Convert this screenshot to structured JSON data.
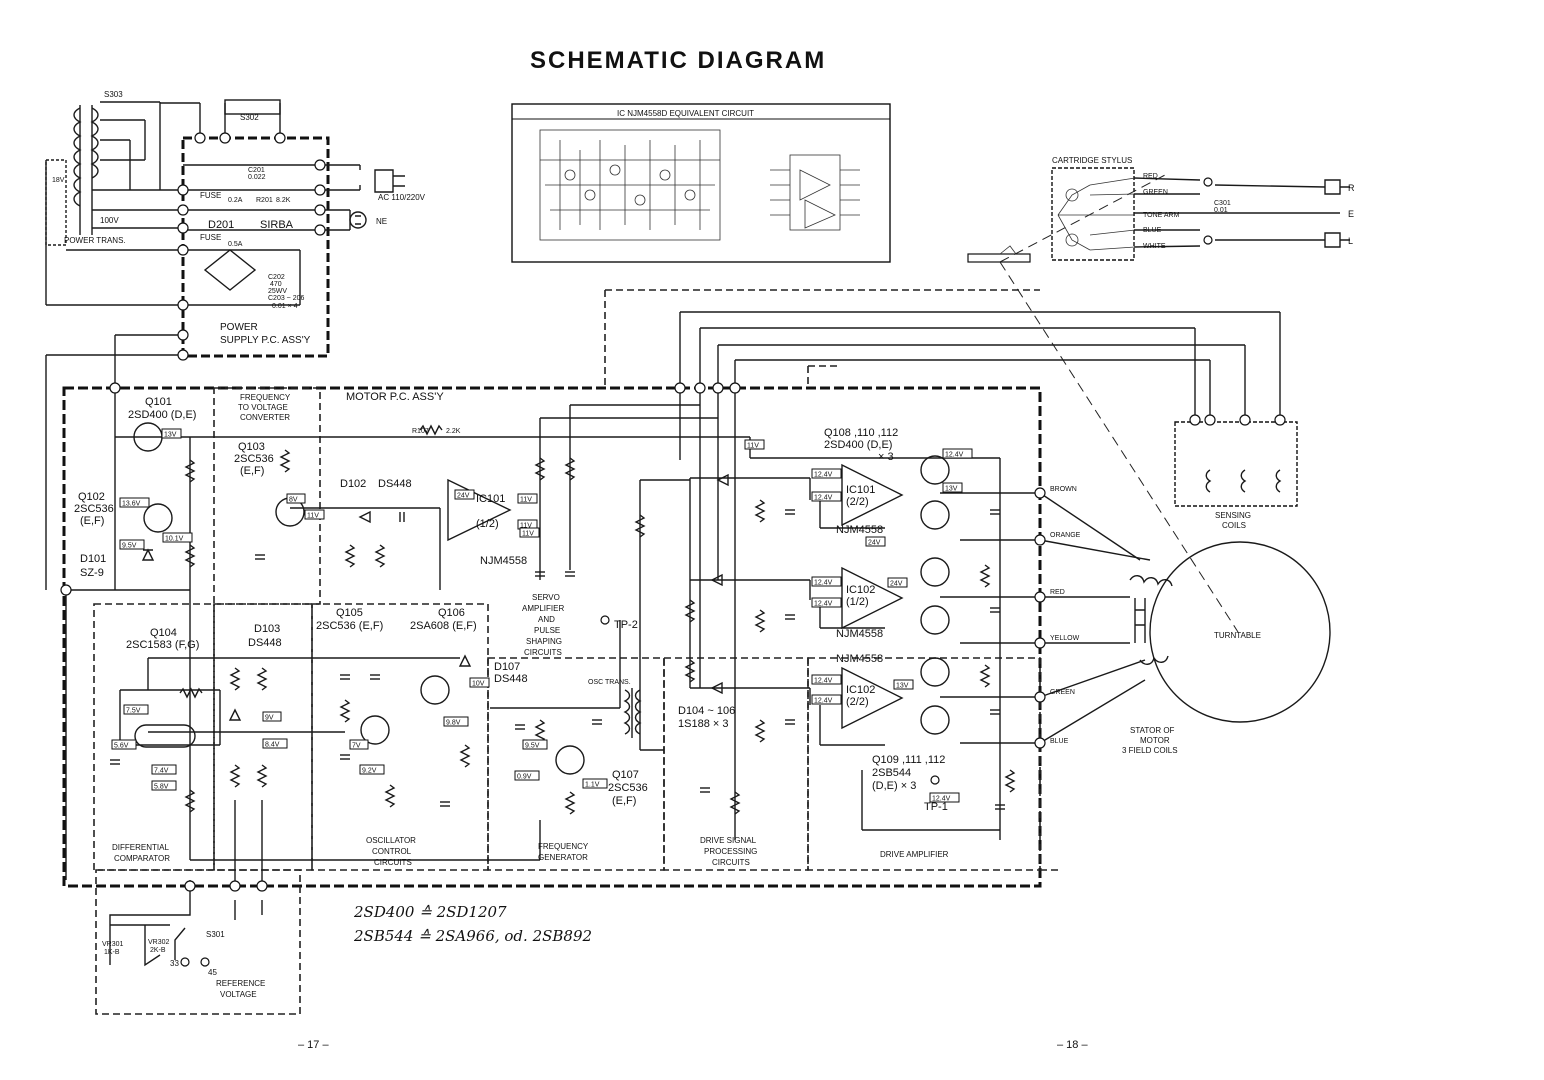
{
  "title": "SCHEMATIC DIAGRAM",
  "ic_equivalent": {
    "heading": "IC NJM4558D EQUIVALENT CIRCUIT"
  },
  "cartridge": {
    "heading": "CARTRIDGE STYLUS",
    "wires": [
      "RED",
      "GREEN",
      "TONE ARM",
      "BLUE",
      "WHITE"
    ],
    "cap_label": "C301",
    "cap_value": "0.01",
    "outputs": [
      "R",
      "E",
      "L"
    ]
  },
  "power": {
    "s303": "S303",
    "s302": "S302",
    "voltage_18": "18V",
    "voltage_100": "100V",
    "trans_label": "POWER TRANS.",
    "c201": "C201",
    "c201_val": "0.022",
    "fuse1": "FUSE",
    "fuse1_val": "0.2A",
    "r201": "R201",
    "r201_val": "8.2K",
    "d201": "D201",
    "d201_name": "SIRBA",
    "fuse2": "FUSE",
    "fuse2_val": "0.5A",
    "c202": "C202",
    "c202_val": "470",
    "c202_wv": "25WV",
    "c203": "C203 ~ 206",
    "c203_val": "0.01 × 4",
    "ac_label": "AC 110/220V",
    "ne_label": "NE",
    "board_line1": "POWER",
    "board_line2": "SUPPLY P.C. ASS'Y"
  },
  "motor": {
    "board": "MOTOR P.C. ASS'Y",
    "freq_conv": [
      "FREQUENCY",
      "TO VOLTAGE",
      "CONVERTER"
    ],
    "q101": "Q101",
    "q101_type": "2SD400 (D,E)",
    "q102": "Q102",
    "q102_type": "2SC536",
    "q102_grade": "(E,F)",
    "d101": "D101",
    "d101_type": "SZ-9",
    "q103": "Q103",
    "q103_type": "2SC536",
    "q103_grade": "(E,F)",
    "d102": "D102",
    "d102_type": "DS448",
    "ic101": "IC101",
    "ic101_half": "(1/2)",
    "ic101_type": "NJM4558",
    "r107": "R107",
    "r107_val": "2.2K",
    "servo": [
      "SERVO",
      "AMPLIFIER",
      "AND",
      "PULSE",
      "SHAPING",
      "CIRCUITS"
    ],
    "q104": "Q104",
    "q104_type": "2SC1583 (F,G)",
    "d103": "D103",
    "d103_type": "DS448",
    "q105": "Q105",
    "q105_type": "2SC536 (E,F)",
    "q106": "Q106",
    "q106_type": "2SA608 (E,F)",
    "d107": "D107",
    "d107_type": "DS448",
    "osc_trans": "OSC TRANS.",
    "tp2": "TP-2",
    "q107": "Q107",
    "q107_type": "2SC536",
    "q107_grade": "(E,F)",
    "d104": "D104 ~ 106",
    "d104_type": "1S188 × 3",
    "q108": "Q108 ,110 ,112",
    "q108_type": "2SD400 (D,E)",
    "q108_count": "× 3",
    "ic101b": "IC101",
    "ic101b_half": "(2/2)",
    "ic102a": "IC102",
    "ic102a_half": "(1/2)",
    "ic102b": "IC102",
    "ic102b_half": "(2/2)",
    "njm4558": "NJM4558",
    "q109": "Q109 ,111 ,112",
    "q109_type": "2SB544",
    "q109_count": "(D,E) × 3",
    "tp1": "TP-1",
    "blocks": {
      "diff_comp": [
        "DIFFERENTIAL",
        "COMPARATOR"
      ],
      "osc_ctrl": [
        "OSCILLATOR",
        "CONTROL",
        "CIRCUITS"
      ],
      "freq_gen": [
        "FREQUENCY",
        "GENERATOR"
      ],
      "drive_sig": [
        "DRIVE SIGNAL",
        "PROCESSING",
        "CIRCUITS"
      ],
      "drive_amp": "DRIVE AMPLIFIER",
      "ref_volt": [
        "REFERENCE",
        "VOLTAGE"
      ]
    },
    "s301": "S301",
    "s301_33": "33",
    "s301_45": "45",
    "vr301": "VR301",
    "vr301_val": "1K-B",
    "vr302": "VR302",
    "vr302_val": "2K-B"
  },
  "motor_wires": [
    "BROWN",
    "ORANGE",
    "RED",
    "YELLOW",
    "GREEN",
    "BLUE"
  ],
  "turntable": "TURNTABLE",
  "sensing_coils": [
    "SENSING",
    "COILS"
  ],
  "stator": [
    "STATOR OF",
    "MOTOR",
    "3 FIELD COILS"
  ],
  "handwritten": [
    "2SD400 ≙ 2SD1207",
    "2SB544 ≙ 2SA966, od. 2SB892"
  ],
  "voltages": [
    "13V",
    "11V",
    "8V",
    "11V",
    "24V",
    "11V",
    "13.6V",
    "10.1V",
    "9.5V",
    "11V",
    "11V",
    "7.5V",
    "5.6V",
    "7.4V",
    "5.8V",
    "9V",
    "8.4V",
    "7V",
    "9.2V",
    "10V",
    "9.8V",
    "9.5V",
    "0.9V",
    "1.1V",
    "12.4V",
    "12.4V",
    "24V",
    "12.4V",
    "12.4V",
    "12.4V",
    "24V",
    "13V",
    "12.4V",
    "12.4V",
    "13V",
    "12.4V"
  ],
  "page_left": "– 17 –",
  "page_right": "– 18 –"
}
